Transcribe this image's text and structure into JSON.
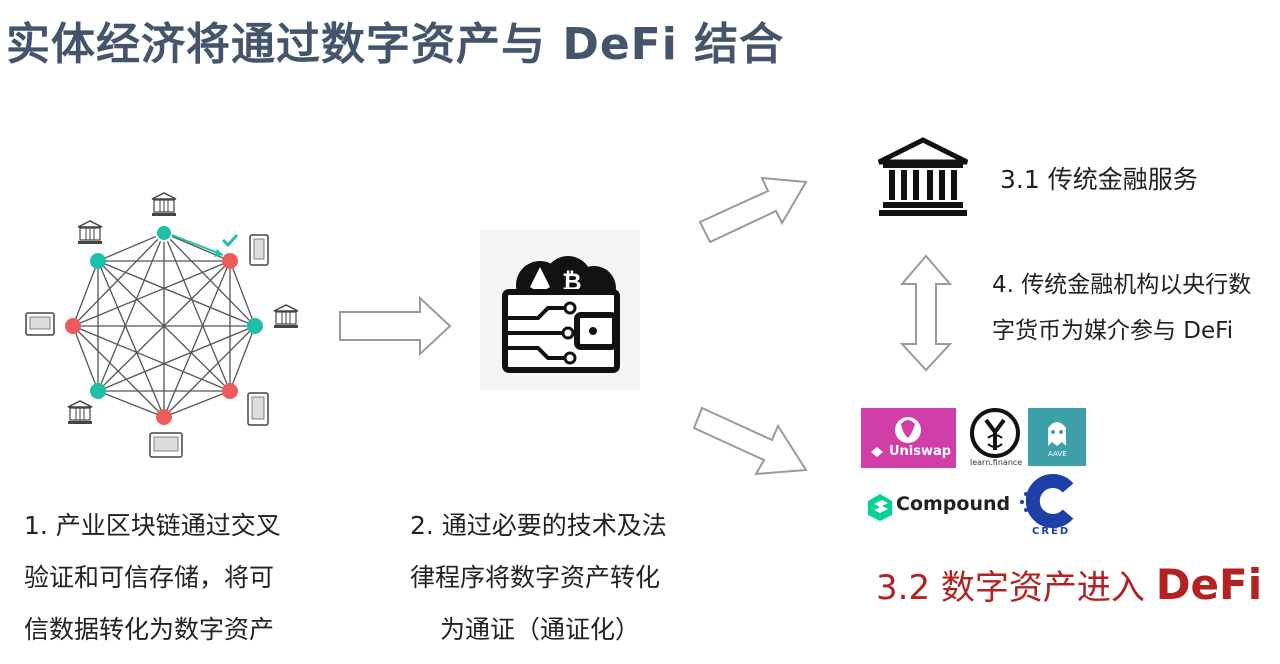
{
  "title": "实体经济将通过数字资产与 DeFi 结合",
  "step1": {
    "lines": [
      "1. 产业区块链通过交叉",
      "验证和可信存储，将可",
      "信数据转化为数字资产"
    ]
  },
  "step2": {
    "lines": [
      "2. 通过必要的技术及法",
      "律程序将数字资产转化",
      "为通证（通证化）"
    ]
  },
  "step31": "3.1 传统金融服务",
  "step4": {
    "lines": [
      "4. 传统金融机构以央行数",
      "字货币为媒介参与 DeFi"
    ]
  },
  "step32": {
    "prefix": "3.2 数字资产进入 ",
    "emph": "DeFi"
  },
  "logos": {
    "uniswap": "Uniswap",
    "yearn": "learn.finance",
    "aave": "AAVE",
    "compound": "Compound",
    "cred": "CRED"
  },
  "colors": {
    "teal": "#1fbfa8",
    "red": "#ef5b5b",
    "title": "#44546a",
    "defi_red": "#b22222",
    "uniswap_bg": "#d23ea8",
    "aave_bg": "#3d9fa7",
    "compound": "#00d395",
    "cred": "#1e3ea8"
  }
}
